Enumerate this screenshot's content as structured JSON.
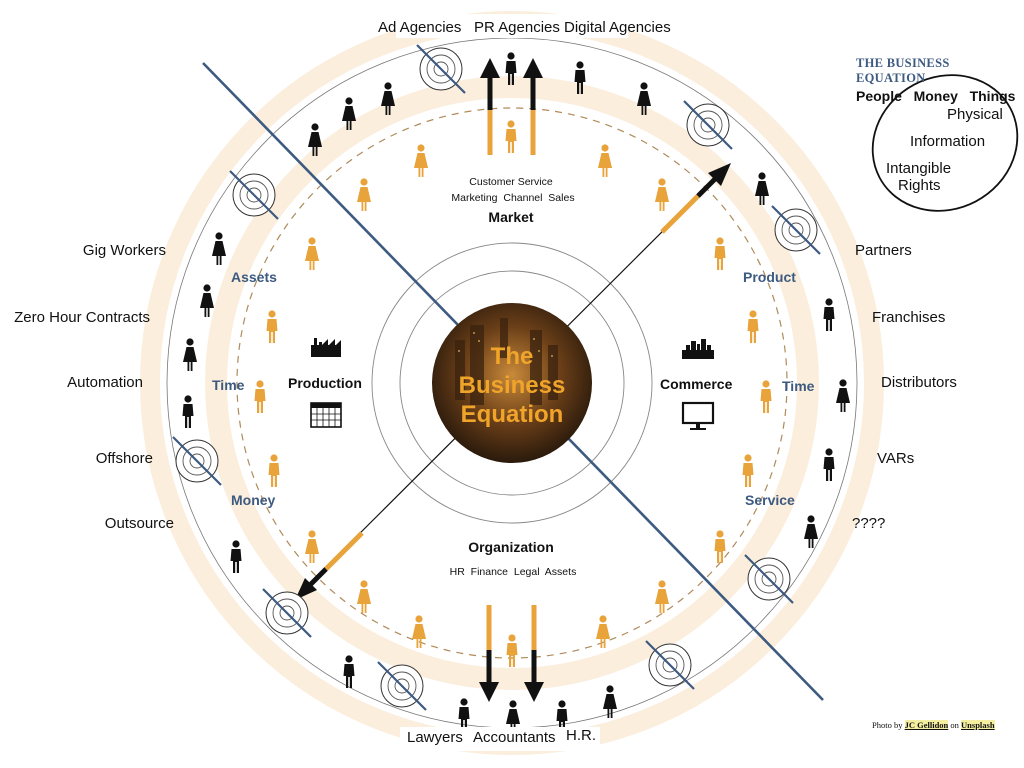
{
  "equation_box": {
    "title": "THE BUSINESS EQUATION",
    "terms": "People   Money   Things",
    "things": [
      "Physical",
      "Information",
      "Intangible",
      "Rights"
    ]
  },
  "center_title": [
    "The",
    "Business",
    "Equation"
  ],
  "top_labels": [
    "Ad Agencies",
    "PR Agencies",
    "Digital Agencies"
  ],
  "bottom_labels": [
    "Lawyers",
    "Accountants",
    "H.R."
  ],
  "left_labels": [
    "Gig Workers",
    "Zero Hour Contracts",
    "Automation",
    "Offshore",
    "Outsource"
  ],
  "right_labels": [
    "Partners",
    "Franchises",
    "Distributors",
    "VARs",
    "????"
  ],
  "market": {
    "title": "Market",
    "line1": "Customer Service",
    "line2": "Marketing  Channel  Sales"
  },
  "organization": {
    "title": "Organization",
    "line1": "HR  Finance  Legal  Assets"
  },
  "production": {
    "title": "Production"
  },
  "commerce": {
    "title": "Commerce"
  },
  "resources_left": [
    "Assets",
    "Time",
    "Money"
  ],
  "resources_right": [
    "Product",
    "Time",
    "Service"
  ],
  "credit": {
    "prefix": "Photo by",
    "author": "JC Gellidon",
    "mid": "on",
    "site": "Unsplash"
  },
  "colors": {
    "orange": "#e8a33a",
    "blue": "#3d5a80",
    "cream": "#fbeedd",
    "black": "#111111"
  }
}
